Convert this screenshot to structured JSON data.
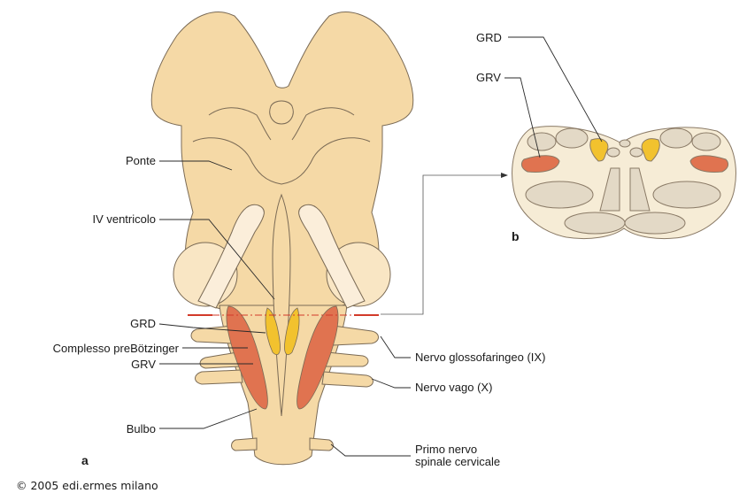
{
  "labels": {
    "ponte": "Ponte",
    "iv_ventricolo": "IV ventricolo",
    "grd": "GRD",
    "complesso": "Complesso preBötzinger",
    "grv": "GRV",
    "bulbo": "Bulbo",
    "nervo_glosso": "Nervo glossofaringeo (IX)",
    "nervo_vago": "Nervo vago (X)",
    "primo_nervo_l1": "Primo nervo",
    "primo_nervo_l2": "spinale cervicale",
    "inset_grd": "GRD",
    "inset_grv": "GRV"
  },
  "panels": {
    "a": "a",
    "b": "b"
  },
  "copyright": "© 2005 edi.ermes milano",
  "colors": {
    "tissue": "#f5d9a6",
    "tissue_light": "#f9e6c4",
    "tissue_pale": "#fbeeda",
    "outline": "#7a6a55",
    "grd_yellow": "#f2c22e",
    "grv_red": "#e07350",
    "section_gray": "#e3d9c6",
    "section_fill": "#f6ecd6",
    "cut_line": "#d23a2a"
  }
}
